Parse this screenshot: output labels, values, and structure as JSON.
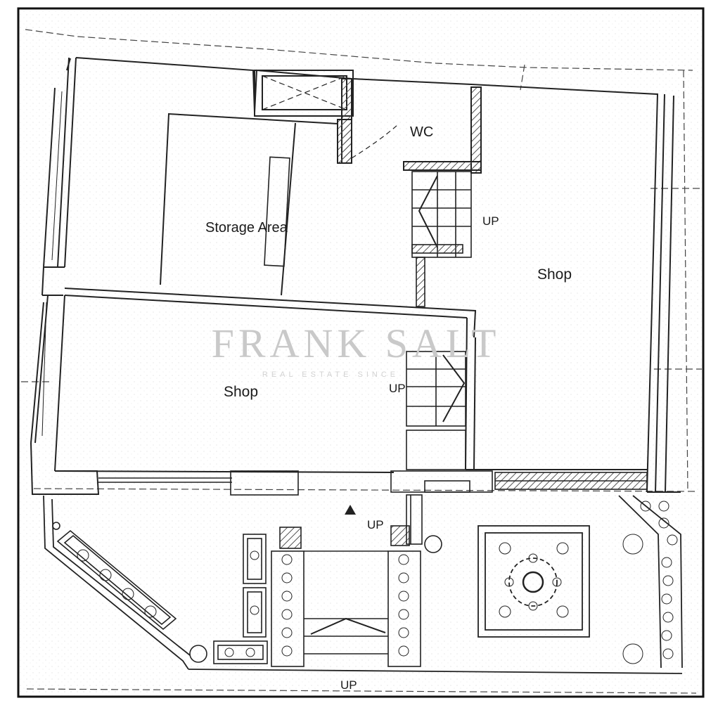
{
  "labels": {
    "storage": "Storage Area",
    "wc": "WC",
    "shop_right": "Shop",
    "shop_left": "Shop",
    "up_stair_upper": "UP",
    "up_stair_middle": "UP",
    "up_stair_front": "UP",
    "up_bottom": "UP"
  },
  "watermark": {
    "brand": "FRANK SALT",
    "tagline": "REAL ESTATE SINCE"
  },
  "colors": {
    "line": "#222222",
    "hatch": "#555555",
    "paper": "#ffffff",
    "watermark": "#c9c9c9"
  }
}
